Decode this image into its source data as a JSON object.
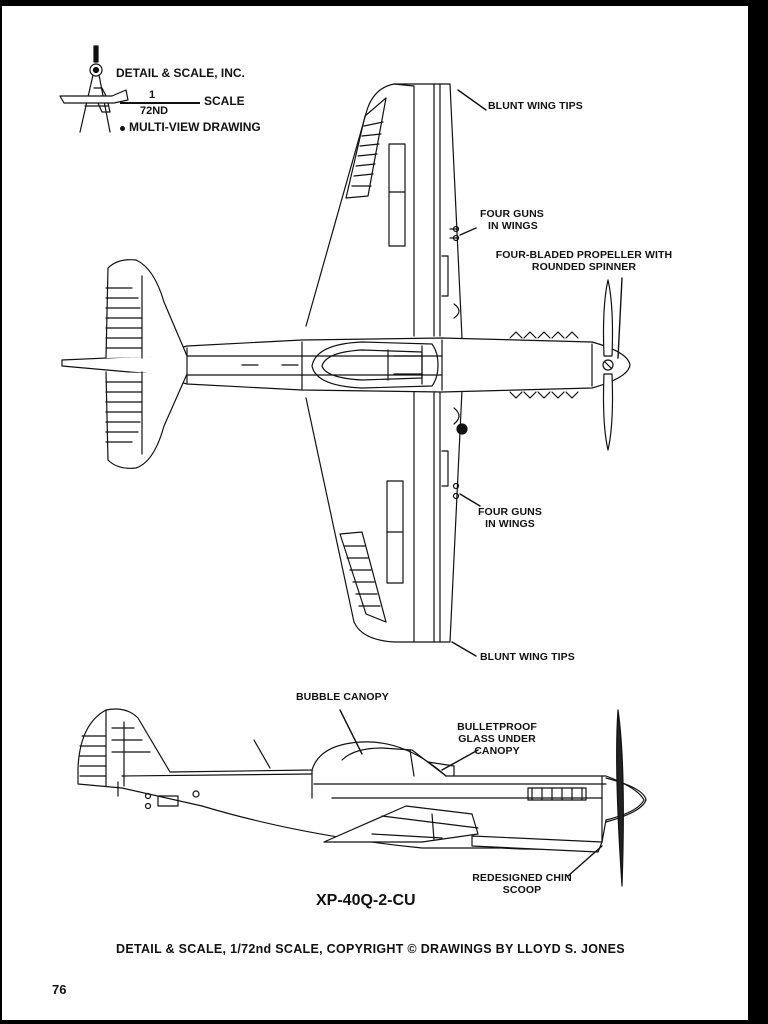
{
  "header": {
    "company": "DETAIL & SCALE, INC.",
    "scale_numerator": "1",
    "scale_denominator": "72ND",
    "scale_word": "SCALE",
    "drawing_type": "MULTI-VIEW DRAWING"
  },
  "callouts": {
    "blunt_wing_tips_top": "BLUNT WING TIPS",
    "four_guns_top": [
      "FOUR GUNS",
      "IN WINGS"
    ],
    "propeller": [
      "FOUR-BLADED PROPELLER WITH",
      "ROUNDED SPINNER"
    ],
    "four_guns_bottom": [
      "FOUR GUNS",
      "IN WINGS"
    ],
    "blunt_wing_tips_bottom": "BLUNT WING TIPS",
    "bubble_canopy": "BUBBLE CANOPY",
    "bulletproof_glass": [
      "BULLETPROOF",
      "GLASS UNDER",
      "CANOPY"
    ],
    "chin_scoop": [
      "REDESIGNED CHIN",
      "SCOOP"
    ]
  },
  "aircraft_designation": "XP-40Q-2-CU",
  "credit_line": "DETAIL & SCALE, 1/72nd SCALE, COPYRIGHT © DRAWINGS BY LLOYD S. JONES",
  "page_number": "76"
}
